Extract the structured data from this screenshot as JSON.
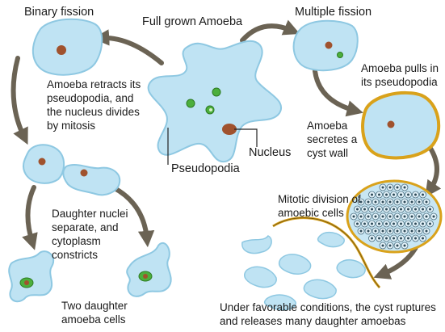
{
  "headings": {
    "binary": "Binary fission",
    "center": "Full grown Amoeba",
    "multiple": "Multiple fission"
  },
  "labels": {
    "nucleus": "Nucleus",
    "pseudopodia": "Pseudopodia"
  },
  "binary_steps": {
    "retract": "Amoeba retracts its\npseudopodia, and\nthe nucleus divides\nby mitosis",
    "separate": "Daughter nuclei\nseparate, and\ncytoplasm\nconstricts",
    "daughters": "Two daughter\namoeba cells"
  },
  "multiple_steps": {
    "pulls": "Amoeba pulls in\nits pseudopodia",
    "secretes": "Amoeba\nsecretes a\ncyst wall",
    "mitotic": "Mitotic division of\namoebic cells",
    "release": "Under favorable conditions, the cyst ruptures\nand releases many daughter amoebas"
  },
  "colors": {
    "cytoplasm": "#bfe3f3",
    "membrane": "#8ec8e2",
    "nucleus": "#a0522d",
    "vacuole": "#4caf3c",
    "cyst_wall": "#d9a21b",
    "arrow": "#6b6354"
  }
}
